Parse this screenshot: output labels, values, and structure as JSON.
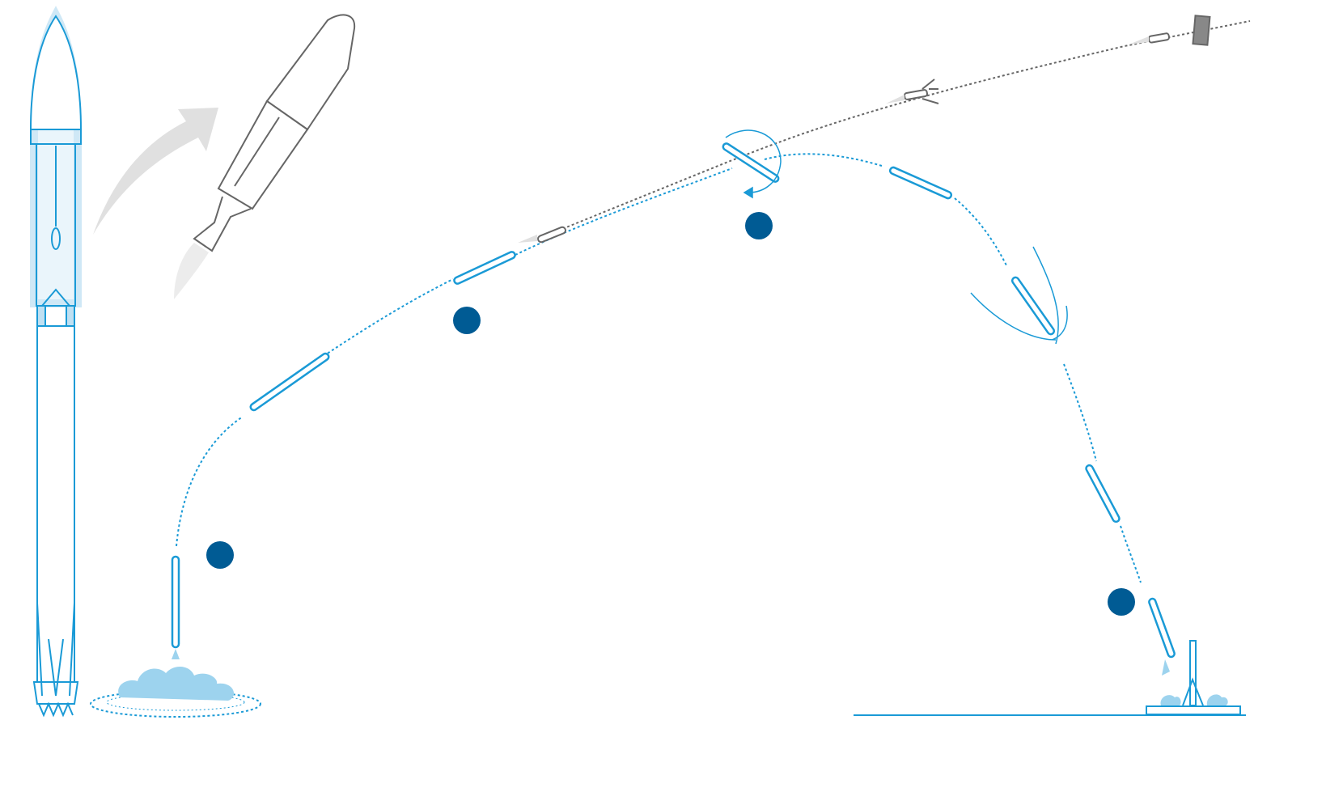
{
  "colors": {
    "booster_stroke": "#1a9ad6",
    "booster_halo": "#cfe8f6",
    "plume": "#9dd3ee",
    "stage_marker": "#005b94",
    "second_stage": "#666666",
    "arrow": "#e0e0e0"
  },
  "stage_markers": [
    {
      "name": "liftoff"
    },
    {
      "name": "stage-separation"
    },
    {
      "name": "flip-maneuver"
    },
    {
      "name": "landing-burn"
    }
  ]
}
